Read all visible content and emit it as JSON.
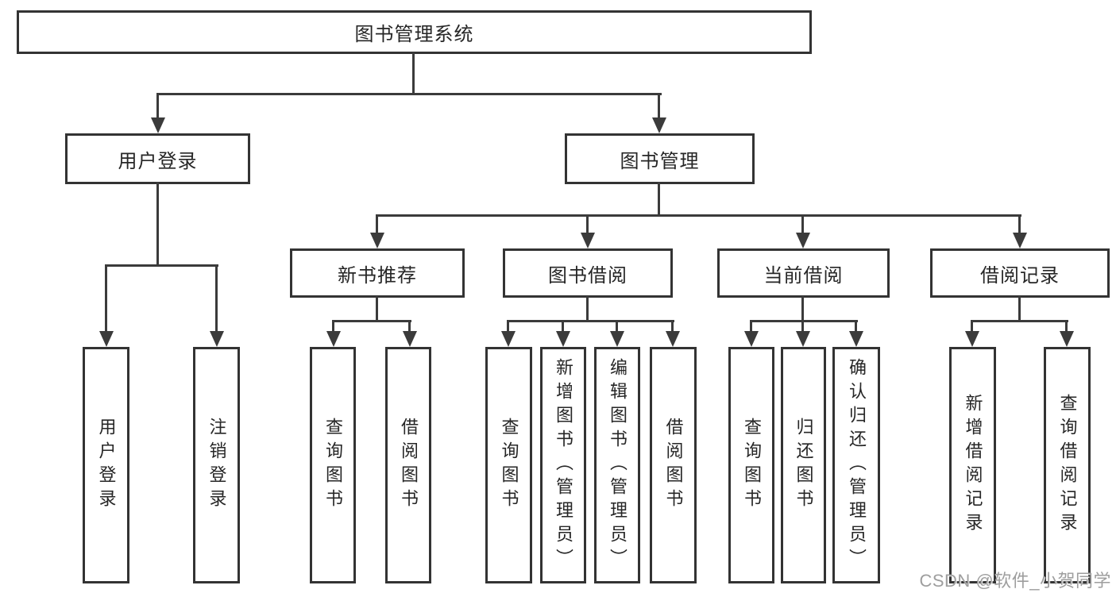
{
  "colors": {
    "line": "#3b3b3b",
    "border": "#333333",
    "text": "#262626",
    "watermark": "#9e9e9e",
    "background": "#ffffff"
  },
  "tree": {
    "root": {
      "label": "图书管理系统"
    },
    "branches": [
      {
        "label": "用户登录",
        "children": [
          {
            "label": "用户登录"
          },
          {
            "label": "注销登录"
          }
        ]
      },
      {
        "label": "图书管理",
        "children": [
          {
            "label": "新书推荐",
            "children": [
              {
                "label": "查询图书"
              },
              {
                "label": "借阅图书"
              }
            ]
          },
          {
            "label": "图书借阅",
            "children": [
              {
                "label": "查询图书"
              },
              {
                "label": "新增图书（管理员）"
              },
              {
                "label": "编辑图书（管理员）"
              },
              {
                "label": "借阅图书"
              }
            ]
          },
          {
            "label": "当前借阅",
            "children": [
              {
                "label": "查询图书"
              },
              {
                "label": "归还图书"
              },
              {
                "label": "确认归还（管理员）"
              }
            ]
          },
          {
            "label": "借阅记录",
            "children": [
              {
                "label": "新增借阅记录"
              },
              {
                "label": "查询借阅记录"
              }
            ]
          }
        ]
      }
    ]
  },
  "watermark": {
    "text": "CSDN @软件_小贺同学"
  }
}
